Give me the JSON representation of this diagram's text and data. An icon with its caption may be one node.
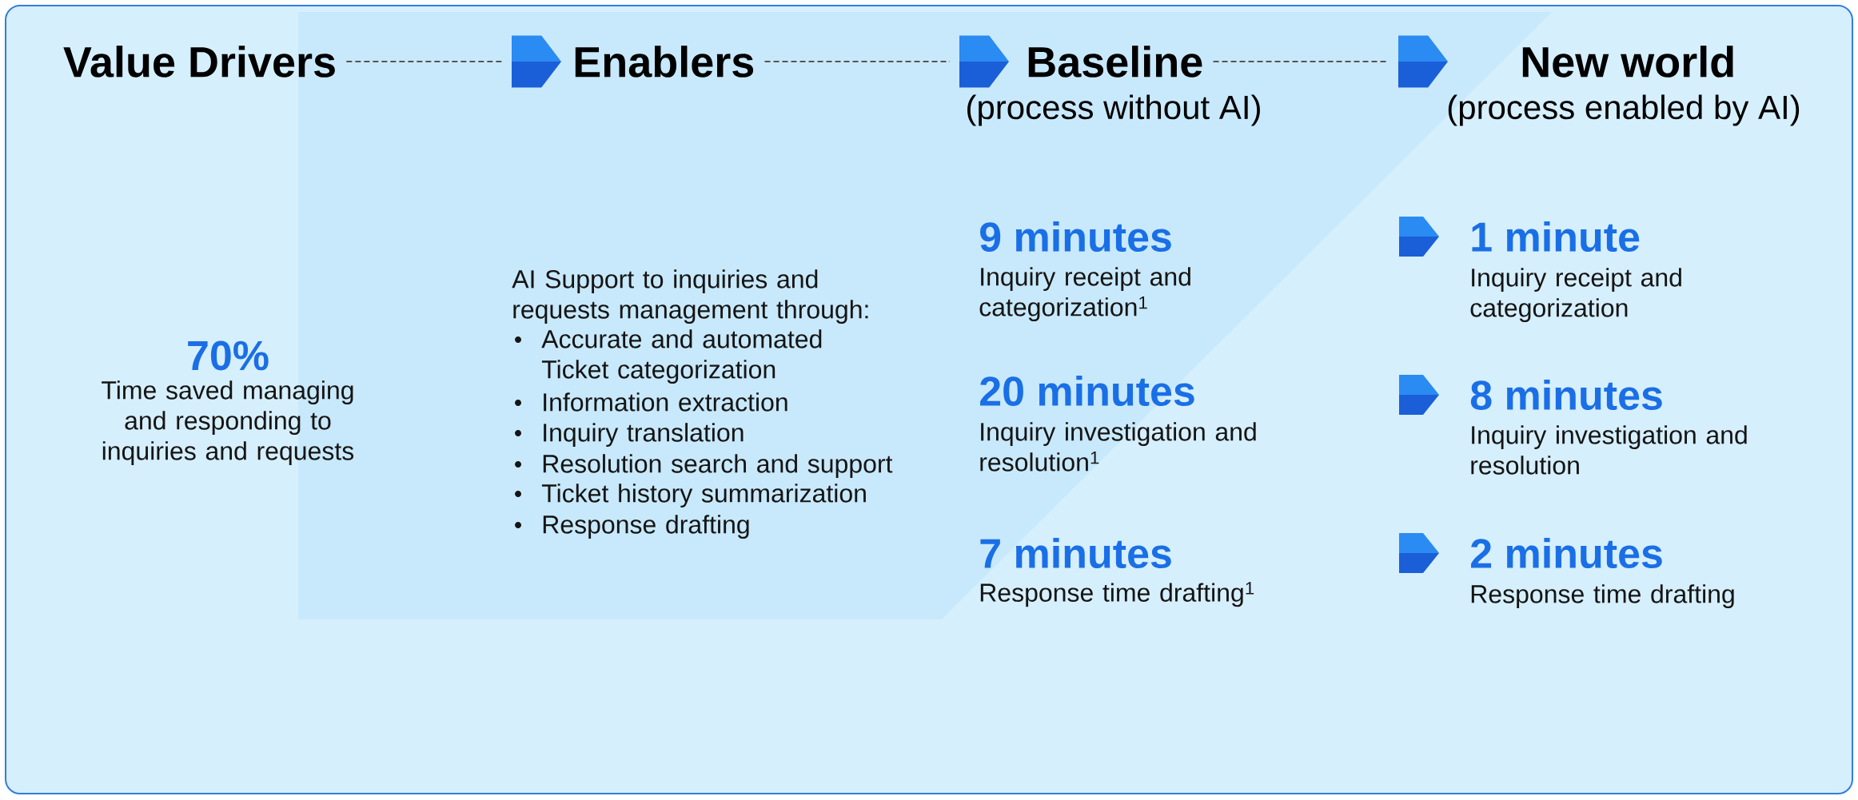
{
  "diagram": {
    "nodes": [
      {
        "text": [
          "Value Drivers"
        ]
      },
      {
        "text": [
          "Enablers"
        ]
      },
      {
        "text": [
          "Baseline",
          "(process without AI)"
        ]
      },
      {
        "text": [
          "New world",
          "(process enabled by AI)"
        ]
      }
    ],
    "edges": [
      {
        "from": 0,
        "to": 1,
        "arrow": "none",
        "style": "dashed"
      },
      {
        "from": 1,
        "to": 2,
        "arrow": "none",
        "style": "dashed"
      },
      {
        "from": 2,
        "to": 3,
        "arrow": "none",
        "style": "dashed"
      }
    ],
    "labels": [
      "70%",
      "Time saved managing and responding to inquiries and requests",
      "AI Support to inquiries and requests management through:",
      "Accurate and automated Ticket categorization",
      "Information extraction",
      "Inquiry translation",
      "Resolution search and support",
      "Ticket history summarization",
      "Response drafting",
      "9 minutes",
      "Inquiry receipt and categorization$^{1}$",
      "20 minutes",
      "Inquiry investigation and resolution$^{1}$",
      "7 minutes",
      "Response time drafting$^{1}$",
      "1 minute",
      "Inquiry receipt and categorization",
      "8 minutes",
      "Inquiry investigation and resolution",
      "2 minutes",
      "Response time drafting"
    ]
  }
}
